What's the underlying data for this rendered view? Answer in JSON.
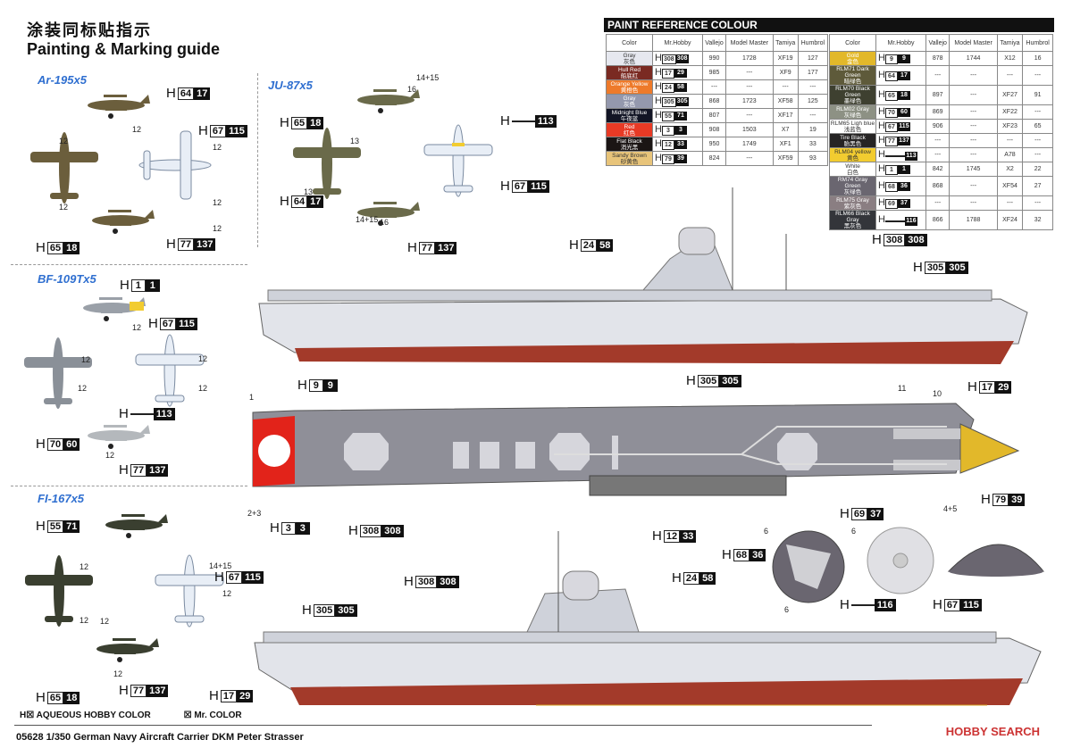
{
  "header": {
    "title_cn": "涂装同标贴指示",
    "title_en": "Painting & Marking guide"
  },
  "sections": {
    "ar": "Ar-195x5",
    "ju": "JU-87x5",
    "bf": "BF-109Tx5",
    "fi": "FI-167x5"
  },
  "paint_table": {
    "title": "PAINT  REFERENCE COLOUR",
    "columns": [
      "Color",
      "Mr.Hobby",
      "Vallejo",
      "Model Master",
      "Tamiya",
      "Humbrol"
    ],
    "left": [
      {
        "en": "Gray",
        "cn": "灰色",
        "color": "#e6e8ef",
        "text": "#333",
        "a": "308",
        "b": "308",
        "vallejo": "990",
        "mm": "1728",
        "tamiya": "XF19",
        "humbrol": "127"
      },
      {
        "en": "Hull Red",
        "cn": "船底红",
        "color": "#7a2a22",
        "text": "#fff",
        "a": "17",
        "b": "29",
        "vallejo": "985",
        "mm": "---",
        "tamiya": "XF9",
        "humbrol": "177"
      },
      {
        "en": "Orange Yellow",
        "cn": "黄橙色",
        "color": "#ee7a2a",
        "text": "#fff",
        "a": "24",
        "b": "58",
        "vallejo": "---",
        "mm": "---",
        "tamiya": "---",
        "humbrol": "---"
      },
      {
        "en": "Gray",
        "cn": "灰色",
        "color": "#9498ad",
        "text": "#fff",
        "a": "305",
        "b": "305",
        "vallejo": "868",
        "mm": "1723",
        "tamiya": "XF58",
        "humbrol": "125"
      },
      {
        "en": "Midnight Blue",
        "cn": "午夜蓝",
        "color": "#121525",
        "text": "#fff",
        "a": "55",
        "b": "71",
        "vallejo": "807",
        "mm": "---",
        "tamiya": "XF17",
        "humbrol": "---"
      },
      {
        "en": "Red",
        "cn": "红色",
        "color": "#e83a25",
        "text": "#fff",
        "a": "3",
        "b": "3",
        "vallejo": "908",
        "mm": "1503",
        "tamiya": "X7",
        "humbrol": "19"
      },
      {
        "en": "Flat Black",
        "cn": "消光黑",
        "color": "#1b1514",
        "text": "#fff",
        "a": "12",
        "b": "33",
        "vallejo": "950",
        "mm": "1749",
        "tamiya": "XF1",
        "humbrol": "33"
      },
      {
        "en": "Sandy Brown",
        "cn": "砂黄色",
        "color": "#e8c47a",
        "text": "#333",
        "a": "79",
        "b": "39",
        "vallejo": "824",
        "mm": "---",
        "tamiya": "XF59",
        "humbrol": "93"
      }
    ],
    "right": [
      {
        "en": "Gold",
        "cn": "金色",
        "color": "#e2b82a",
        "text": "#fff",
        "a": "9",
        "b": "9",
        "vallejo": "878",
        "mm": "1744",
        "tamiya": "X12",
        "humbrol": "16"
      },
      {
        "en": "RLM71 Dark Green",
        "cn": "暗绿色",
        "color": "#5e5a3a",
        "text": "#fff",
        "a": "64",
        "b": "17",
        "vallejo": "---",
        "mm": "---",
        "tamiya": "---",
        "humbrol": "---"
      },
      {
        "en": "RLM70 Black Green",
        "cn": "墨绿色",
        "color": "#3e4030",
        "text": "#fff",
        "a": "65",
        "b": "18",
        "vallejo": "897",
        "mm": "---",
        "tamiya": "XF27",
        "humbrol": "91"
      },
      {
        "en": "RLM02 Gray",
        "cn": "灰绿色",
        "color": "#8d9184",
        "text": "#fff",
        "a": "70",
        "b": "60",
        "vallejo": "869",
        "mm": "---",
        "tamiya": "XF22",
        "humbrol": "---"
      },
      {
        "en": "RLM65 Ligh blue",
        "cn": "浅蓝色",
        "color": "#ffffff",
        "text": "#333",
        "a": "67",
        "b": "115",
        "vallejo": "906",
        "mm": "---",
        "tamiya": "XF23",
        "humbrol": "65"
      },
      {
        "en": "Tire Black",
        "cn": "胎黑色",
        "color": "#262424",
        "text": "#fff",
        "a": "77",
        "b": "137",
        "vallejo": "---",
        "mm": "---",
        "tamiya": "---",
        "humbrol": "---"
      },
      {
        "en": "RLM04 yellow",
        "cn": "黄色",
        "color": "#f2cc30",
        "text": "#333",
        "a": "",
        "b": "113",
        "vallejo": "---",
        "mm": "---",
        "tamiya": "A78",
        "humbrol": "---"
      },
      {
        "en": "White",
        "cn": "白色",
        "color": "#ffffff",
        "text": "#333",
        "a": "1",
        "b": "1",
        "vallejo": "842",
        "mm": "1745",
        "tamiya": "X2",
        "humbrol": "22"
      },
      {
        "en": "RM74 Gray Green",
        "cn": "灰绿色",
        "color": "#6a6670",
        "text": "#fff",
        "a": "68",
        "b": "36",
        "vallejo": "868",
        "mm": "---",
        "tamiya": "XF54",
        "humbrol": "27"
      },
      {
        "en": "RLM75 Gray",
        "cn": "紫灰色",
        "color": "#8a7e82",
        "text": "#fff",
        "a": "69",
        "b": "37",
        "vallejo": "---",
        "mm": "---",
        "tamiya": "---",
        "humbrol": "---"
      },
      {
        "en": "RLM66 Black Gray",
        "cn": "黑灰色",
        "color": "#33353a",
        "text": "#fff",
        "a": "",
        "b": "116",
        "vallejo": "866",
        "mm": "1788",
        "tamiya": "XF24",
        "humbrol": "32"
      }
    ]
  },
  "callouts": [
    {
      "a": "64",
      "b": "17"
    },
    {
      "a": "67",
      "b": "115"
    },
    {
      "a": "65",
      "b": "18"
    },
    {
      "a": "77",
      "b": "137"
    },
    {
      "a": "65",
      "b": "18"
    },
    {
      "a": "",
      "b": "113"
    },
    {
      "a": "67",
      "b": "115"
    },
    {
      "a": "64",
      "b": "17"
    },
    {
      "a": "77",
      "b": "137"
    },
    {
      "a": "1",
      "b": "1"
    },
    {
      "a": "67",
      "b": "115"
    },
    {
      "a": "",
      "b": "113"
    },
    {
      "a": "70",
      "b": "60"
    },
    {
      "a": "77",
      "b": "137"
    },
    {
      "a": "55",
      "b": "71"
    },
    {
      "a": "67",
      "b": "115"
    },
    {
      "a": "65",
      "b": "18"
    },
    {
      "a": "77",
      "b": "137"
    },
    {
      "a": "24",
      "b": "58"
    },
    {
      "a": "308",
      "b": "308"
    },
    {
      "a": "305",
      "b": "305"
    },
    {
      "a": "9",
      "b": "9"
    },
    {
      "a": "17",
      "b": "29"
    },
    {
      "a": "305",
      "b": "305"
    },
    {
      "a": "3",
      "b": "3"
    },
    {
      "a": "308",
      "b": "308"
    },
    {
      "a": "12",
      "b": "33"
    },
    {
      "a": "79",
      "b": "39"
    },
    {
      "a": "69",
      "b": "37"
    },
    {
      "a": "68",
      "b": "36"
    },
    {
      "a": "",
      "b": "116"
    },
    {
      "a": "67",
      "b": "115"
    },
    {
      "a": "308",
      "b": "308"
    },
    {
      "a": "24",
      "b": "58"
    },
    {
      "a": "305",
      "b": "305"
    },
    {
      "a": "17",
      "b": "29"
    }
  ],
  "callout_prefix": "H",
  "part_numbers": [
    "12",
    "12",
    "12",
    "12",
    "12",
    "12",
    "14+15",
    "16",
    "13",
    "13",
    "14+15",
    "16",
    "12",
    "12",
    "12",
    "12",
    "12",
    "12",
    "12",
    "14+15",
    "12",
    "12",
    "12",
    "12",
    "1",
    "2+3",
    "11",
    "10",
    "4+5",
    "6",
    "6",
    "6"
  ],
  "footer": {
    "legend_aqueous_mark": "H☒",
    "legend_aqueous": "AQUEOUS HOBBY COLOR",
    "legend_mr_mark": "☒",
    "legend_mr": "Mr. COLOR",
    "product": "05628  1/350  German Navy Aircraft Carrier DKM Peter Strasser",
    "watermark": "HOBBY SEARCH"
  }
}
